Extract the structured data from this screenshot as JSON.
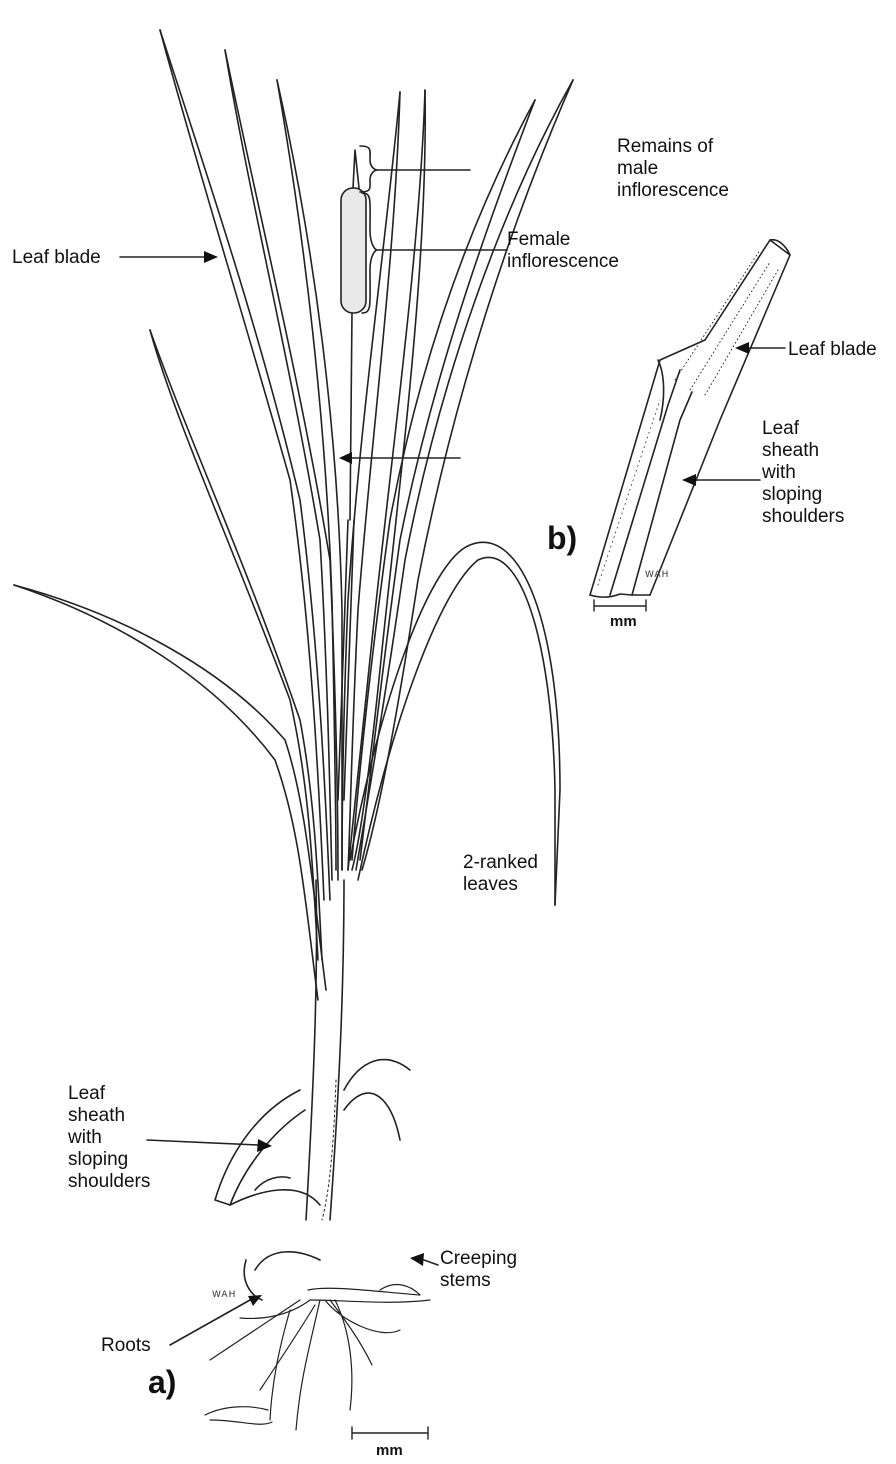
{
  "labels": {
    "leaf_blade_a": "Leaf blade",
    "male_inflorescence": [
      "Remains of",
      "male",
      "inflorescence"
    ],
    "female_inflorescence": [
      "Female",
      "inflorescence"
    ],
    "leaf_blade_b": "Leaf blade",
    "leaf_sheath_b": [
      "Leaf",
      "sheath",
      "with",
      "sloping",
      "shoulders"
    ],
    "two_ranked": [
      "2-ranked",
      "leaves"
    ],
    "leaf_sheath_a": [
      "Leaf",
      "sheath",
      "with",
      "sloping",
      "shoulders"
    ],
    "creeping_stems": [
      "Creeping",
      "stems"
    ],
    "roots": "Roots"
  },
  "panels": {
    "a": "a)",
    "b": "b)"
  },
  "scale": {
    "unit_a": "mm",
    "unit_b": "mm"
  },
  "signature": {
    "a": "WAH",
    "b": "WAH"
  }
}
